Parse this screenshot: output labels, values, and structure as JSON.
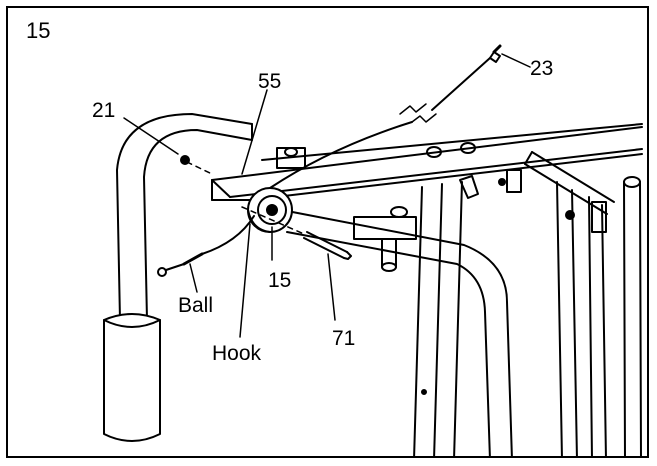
{
  "step_number": "15",
  "callouts": {
    "part_21": "21",
    "part_55": "55",
    "part_23": "23",
    "part_15": "15",
    "part_71": "71",
    "ball": "Ball",
    "hook": "Hook"
  },
  "colors": {
    "line": "#000000",
    "background": "#ffffff"
  }
}
